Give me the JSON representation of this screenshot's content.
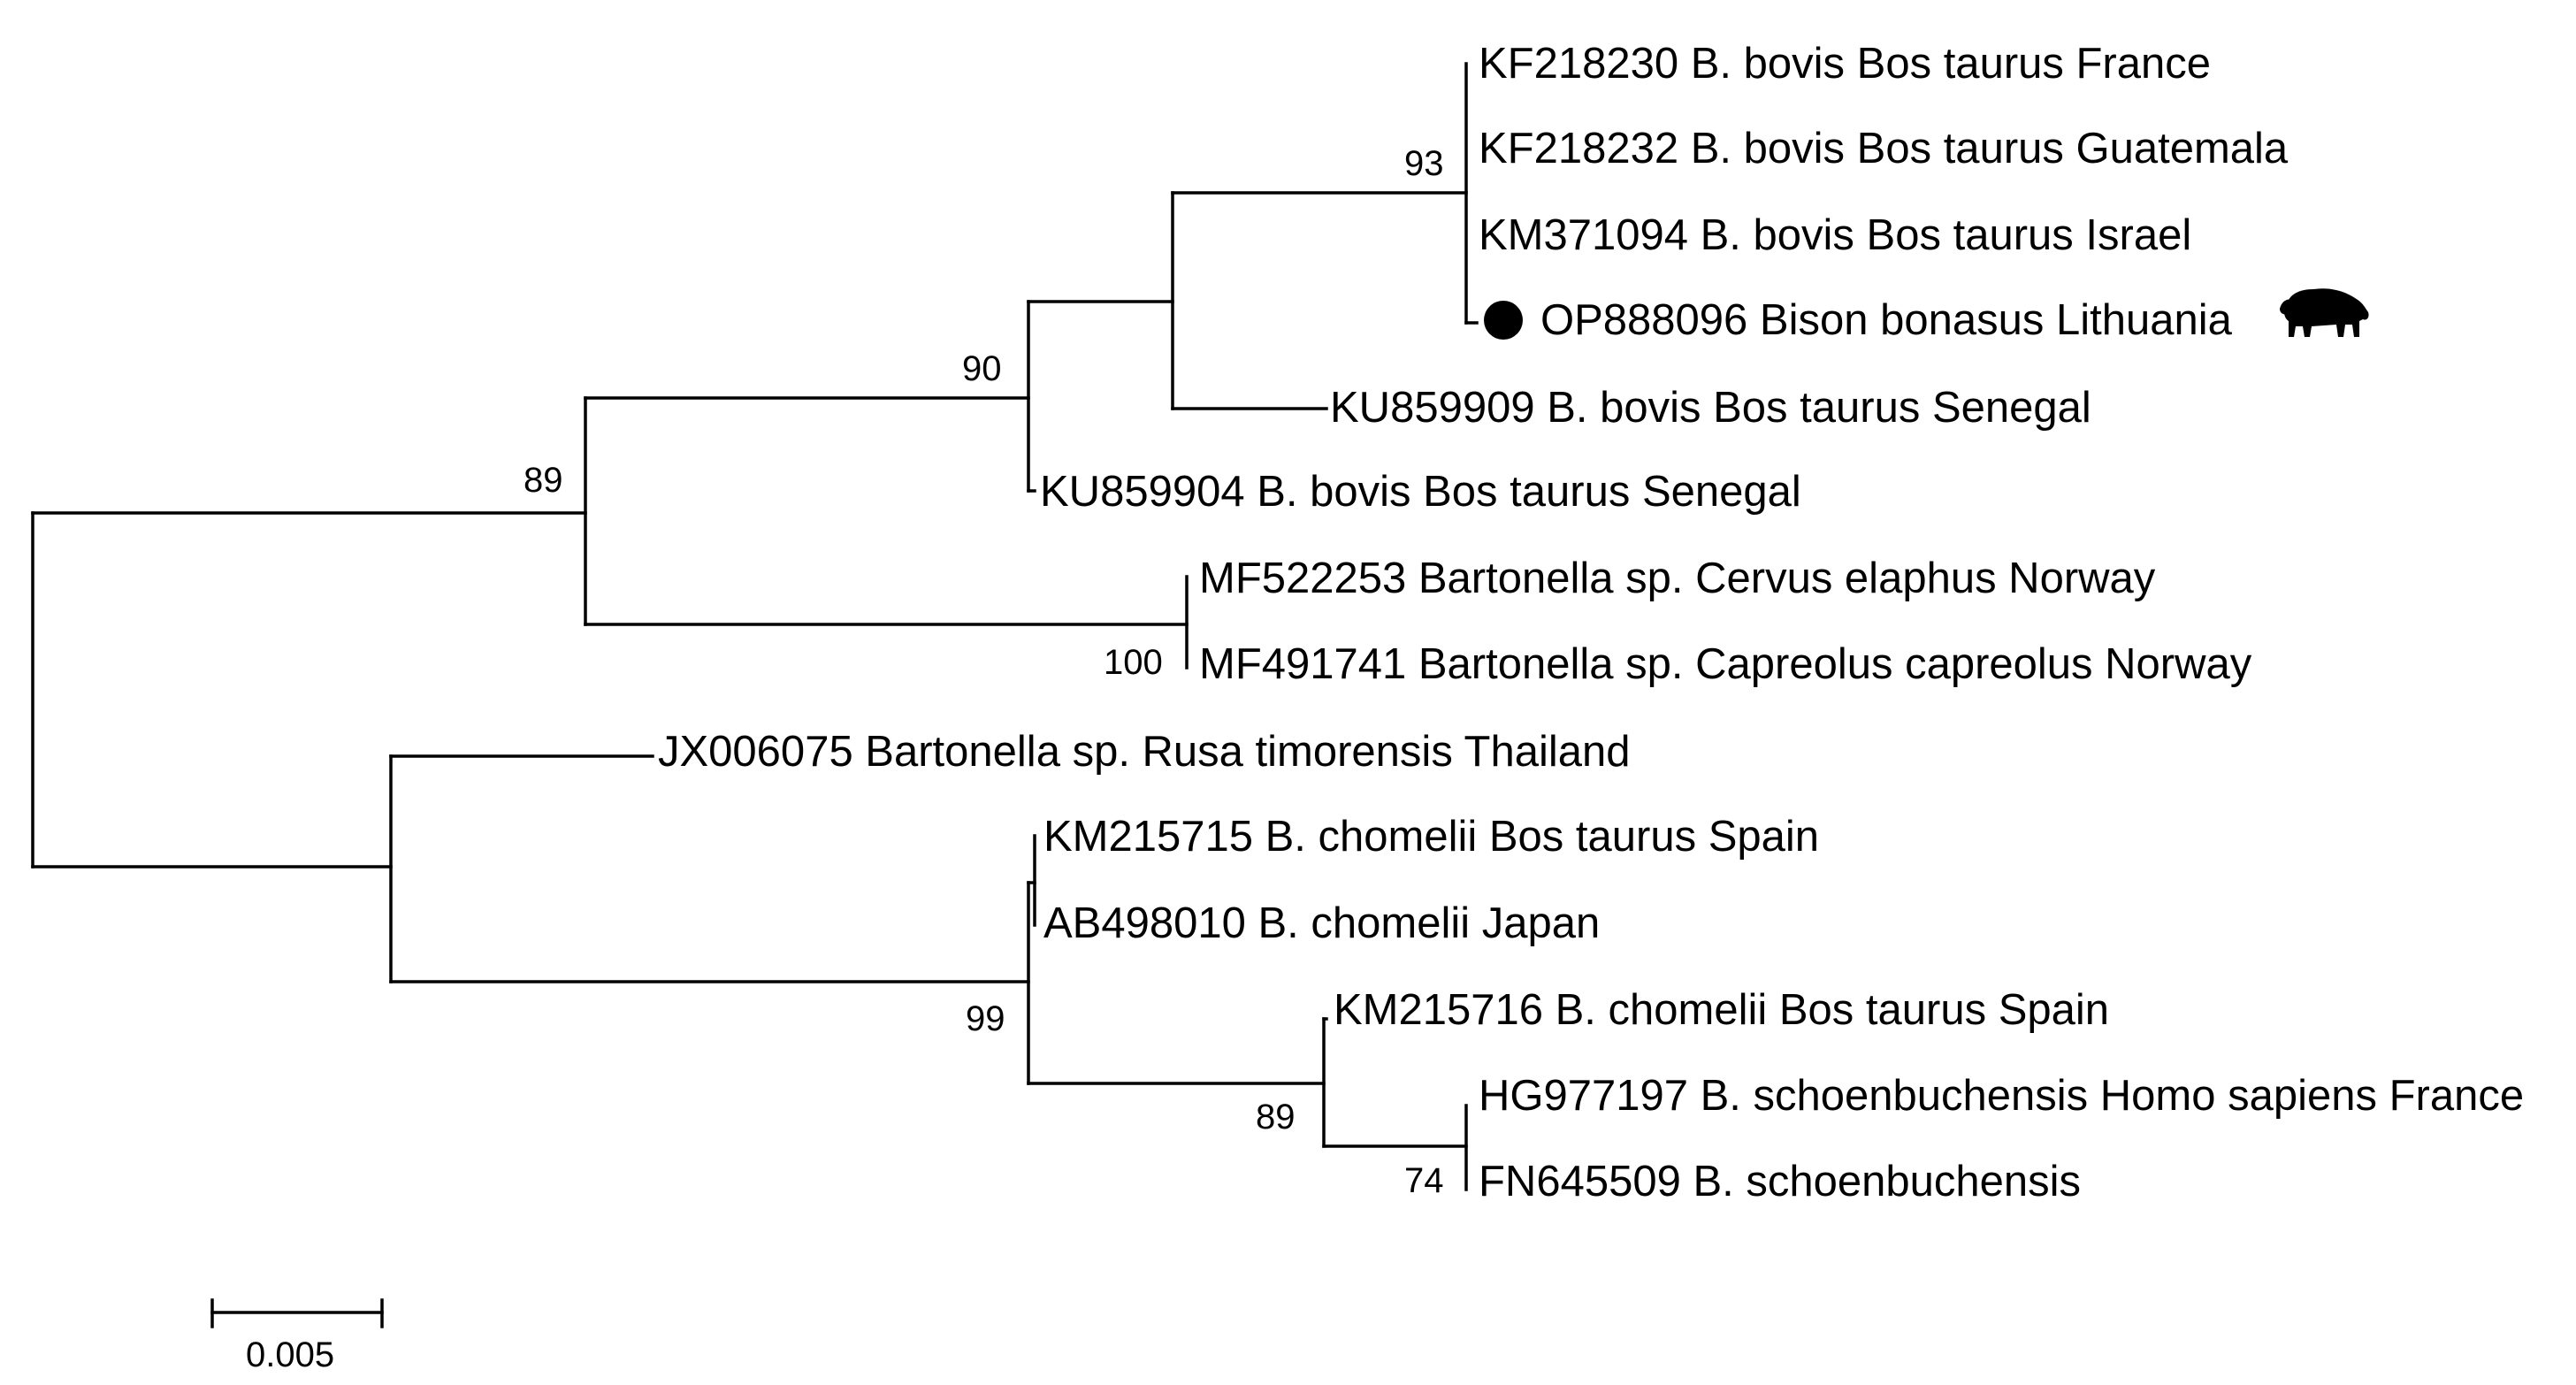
{
  "tree": {
    "leaves": [
      {
        "id": "KF218230",
        "label": "KF218230 B. bovis Bos taurus France"
      },
      {
        "id": "KF218232",
        "label": "KF218232 B. bovis Bos taurus Guatemala"
      },
      {
        "id": "KM371094",
        "label": "KM371094 B. bovis Bos taurus Israel"
      },
      {
        "id": "OP888096",
        "label": "OP888096 Bison bonasus Lithuania",
        "marker": "filled-circle",
        "icon": "bison-icon"
      },
      {
        "id": "KU859909",
        "label": "KU859909 B. bovis Bos taurus Senegal"
      },
      {
        "id": "KU859904",
        "label": "KU859904 B. bovis Bos taurus Senegal"
      },
      {
        "id": "MF522253",
        "label": "MF522253 Bartonella sp. Cervus elaphus Norway"
      },
      {
        "id": "MF491741",
        "label": "MF491741 Bartonella sp. Capreolus capreolus Norway"
      },
      {
        "id": "JX006075",
        "label": "JX006075 Bartonella sp. Rusa timorensis Thailand"
      },
      {
        "id": "KM215715",
        "label": "KM215715 B. chomelii Bos taurus Spain"
      },
      {
        "id": "AB498010",
        "label": "AB498010 B. chomelii Japan"
      },
      {
        "id": "KM215716",
        "label": "KM215716 B. chomelii Bos taurus Spain"
      },
      {
        "id": "HG977197",
        "label": "HG977197 B. schoenbuchensis Homo sapiens France"
      },
      {
        "id": "FN645509",
        "label": "FN645509 B. schoenbuchensis"
      }
    ],
    "bootstrap": [
      "93",
      "90",
      "89",
      "100",
      "99",
      "89",
      "74"
    ],
    "scale_bar": {
      "value": 0.005,
      "label": "0.005"
    }
  }
}
